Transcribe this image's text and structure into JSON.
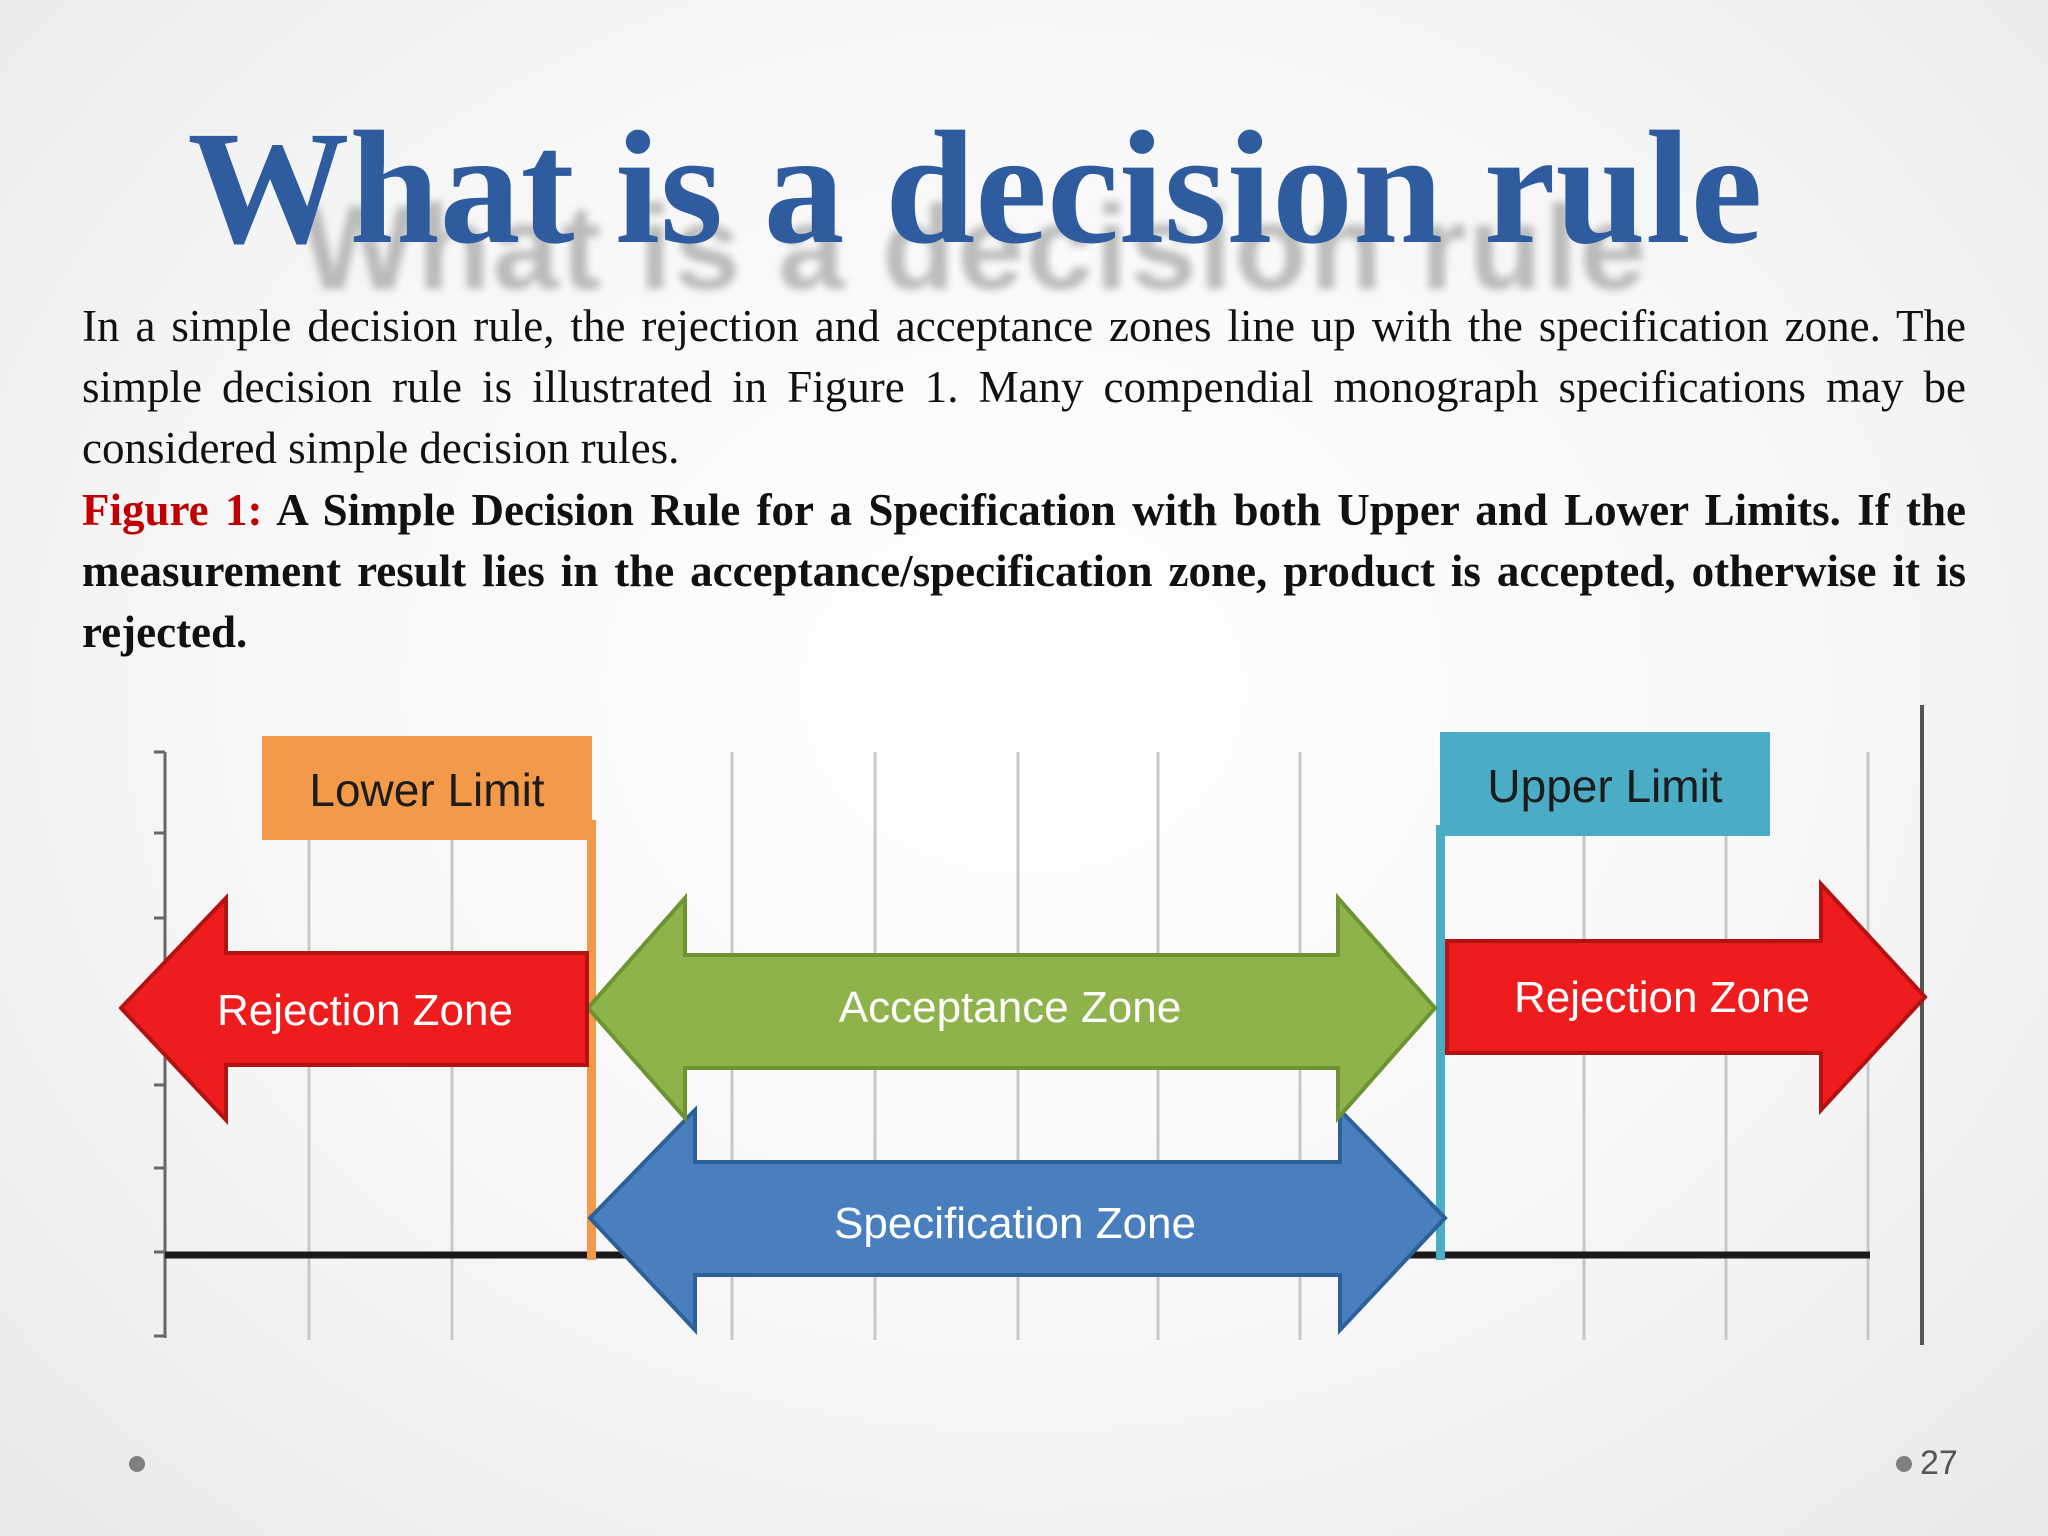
{
  "slide": {
    "title": "What is a decision rule",
    "title_shadow": "What is a decision rule",
    "body": "In a simple decision rule, the rejection and acceptance zones line up with the specification zone. The simple decision rule is illustrated in Figure 1. Many compendial monograph specifications may be considered simple decision rules.",
    "caption_label": "Figure 1:",
    "caption_text": "A Simple Decision Rule for a Specification with both Upper and Lower Limits. If the measurement result lies in the acceptance/specification zone, product is accepted, otherwise it is rejected.",
    "page_number": "27"
  },
  "diagram": {
    "lower_limit_label": "Lower Limit",
    "upper_limit_label": "Upper Limit",
    "left_rejection_label": "Rejection Zone",
    "acceptance_label": "Acceptance Zone",
    "right_rejection_label": "Rejection Zone",
    "specification_label": "Specification  Zone"
  },
  "colors": {
    "title": "#2e5c9e",
    "figure_label": "#c00000",
    "lower_limit": "#f39a4a",
    "upper_limit": "#4bacc6",
    "rejection": "#ee1c1c",
    "acceptance": "#8db34a",
    "specification": "#4a7fbf"
  }
}
